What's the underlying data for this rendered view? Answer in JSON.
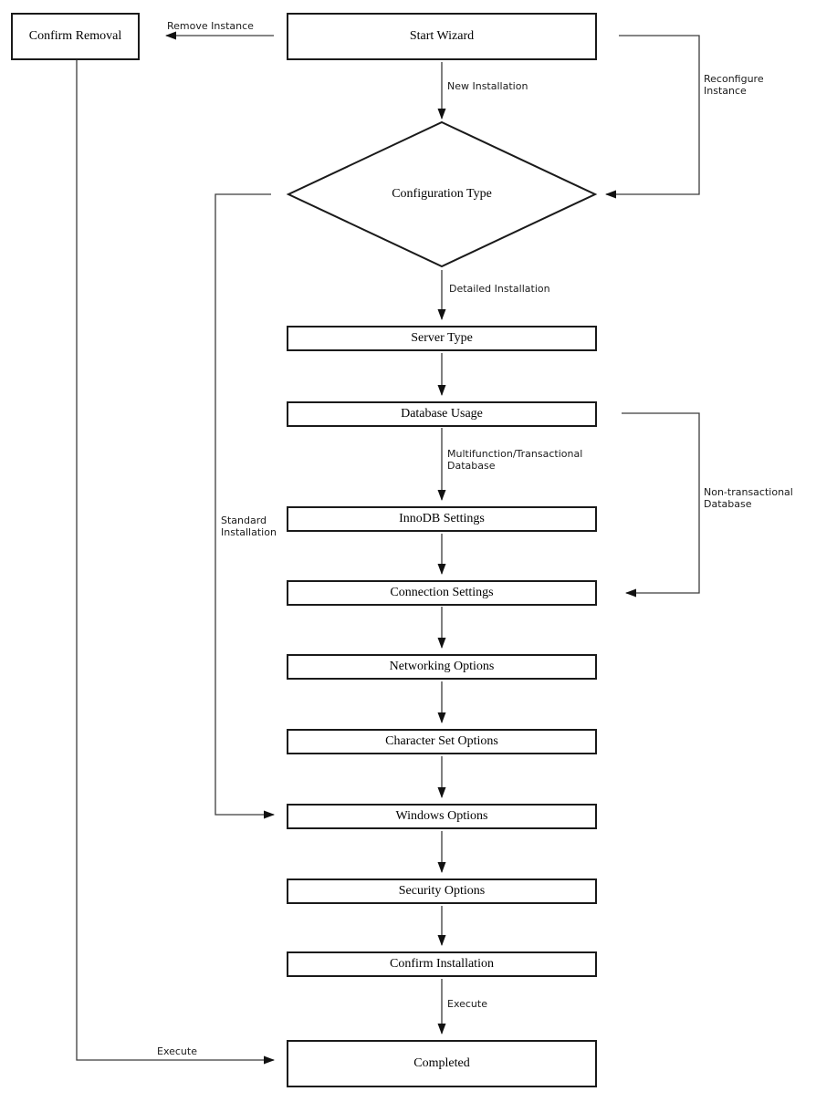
{
  "nodes": {
    "confirm_removal": "Confirm Removal",
    "start_wizard": "Start Wizard",
    "configuration_type": "Configuration Type",
    "server_type": "Server Type",
    "database_usage": "Database Usage",
    "innodb_settings": "InnoDB Settings",
    "connection_settings": "Connection Settings",
    "networking_options": "Networking Options",
    "character_set_options": "Character Set Options",
    "windows_options": "Windows Options",
    "security_options": "Security Options",
    "confirm_installation": "Confirm Installation",
    "completed": "Completed"
  },
  "edge_labels": {
    "remove_instance": "Remove Instance",
    "new_installation": "New Installation",
    "reconfigure_instance": "Reconfigure Instance",
    "detailed_installation": "Detailed Installation",
    "multifunction_transactional": "Multifunction/Transactional Database",
    "non_transactional": "Non-transactional Database",
    "standard_installation": "Standard Installation",
    "execute_install": "Execute",
    "execute_removal": "Execute"
  },
  "colors": {
    "background": "#ffffff",
    "box_border": "#1a1a1a",
    "connector": "#3c3c3c",
    "arrowhead": "#111111",
    "text": "#000000"
  }
}
